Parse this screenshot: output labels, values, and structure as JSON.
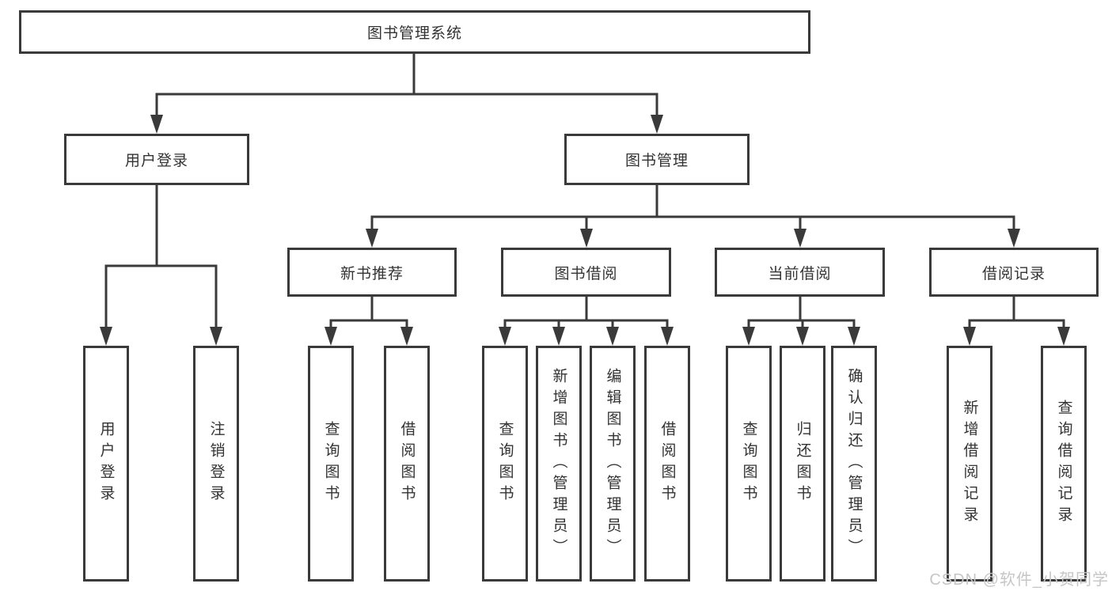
{
  "root": {
    "label": "图书管理系统"
  },
  "level2": [
    {
      "label": "用户登录",
      "leaves": [
        "用户登录",
        "注销登录"
      ]
    },
    {
      "label": "图书管理",
      "sections": [
        {
          "label": "新书推荐",
          "leaves": [
            "查询图书",
            "借阅图书"
          ]
        },
        {
          "label": "图书借阅",
          "leaves": [
            "查询图书",
            "新增图书（管理员）",
            "编辑图书（管理员）",
            "借阅图书"
          ]
        },
        {
          "label": "当前借阅",
          "leaves": [
            "查询图书",
            "归还图书",
            "确认归还（管理员）"
          ]
        },
        {
          "label": "借阅记录",
          "leaves": [
            "新增借阅记录",
            "查询借阅记录"
          ]
        }
      ]
    }
  ],
  "watermark": "CSDN @软件_小贺同学",
  "colors": {
    "line": "#3a3a3a",
    "text": "#333333",
    "watermark": "#c6c6c6",
    "background": "#ffffff"
  }
}
